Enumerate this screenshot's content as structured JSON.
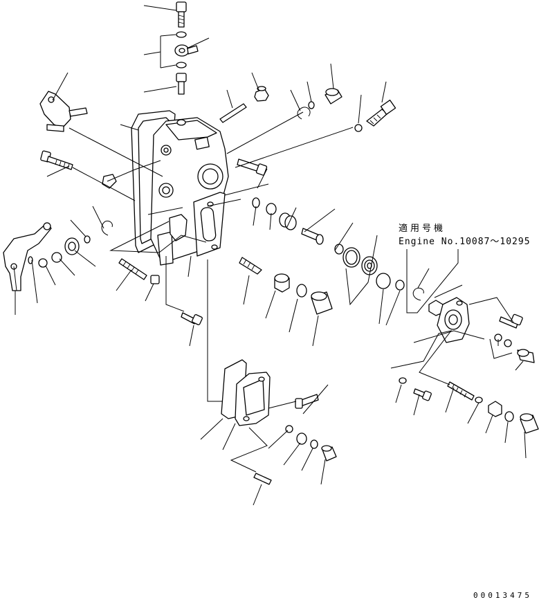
{
  "applicability": {
    "title": "適用号機",
    "serial_range": "Engine No.10087～10295"
  },
  "drawing_number": "00013475"
}
